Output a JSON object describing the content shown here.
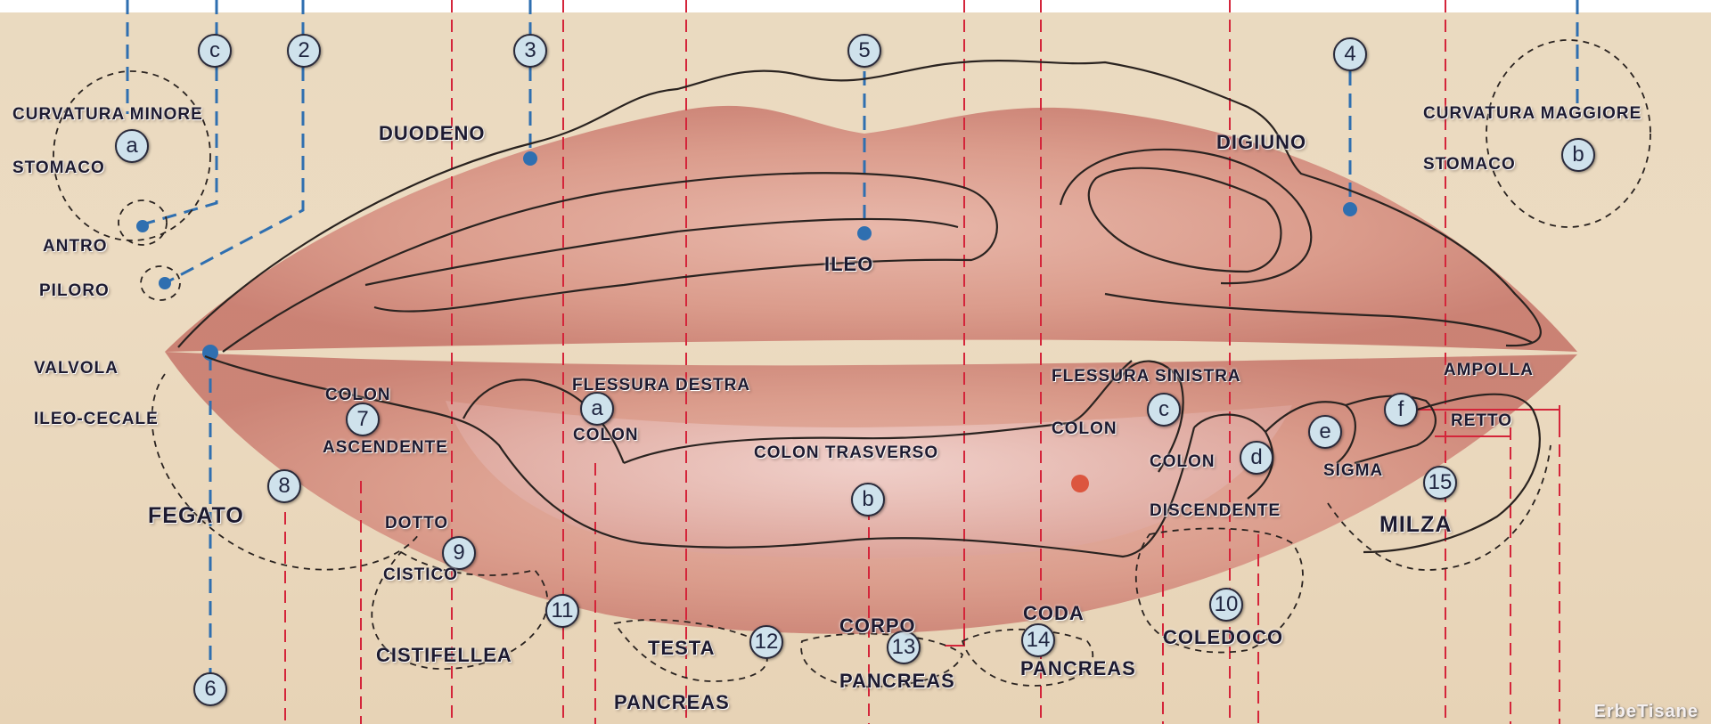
{
  "labels": {
    "curvatura_minore": "CURVATURA MINORE",
    "stomaco_left": "STOMACO",
    "antro": "ANTRO",
    "piloro": "PILORO",
    "duodeno": "DUODENO",
    "ileo": "ILEO",
    "digiuno": "DIGIUNO",
    "curvatura_maggiore": "CURVATURA MAGGIORE",
    "stomaco_right": "STOMACO",
    "valvola": "VALVOLA",
    "ileo_cecale": "ILEO-CECALE",
    "colon_asc_1": "COLON",
    "colon_asc_2": "ASCENDENTE",
    "flessura_destra": "FLESSURA DESTRA",
    "colon_fd": "COLON",
    "colon_trasverso": "COLON TRASVERSO",
    "flessura_sinistra": "FLESSURA SINISTRA",
    "colon_fs": "COLON",
    "colon_disc": "COLON",
    "discendente": "DISCENDENTE",
    "ampolla": "AMPOLLA",
    "retto": "RETTO",
    "sigma": "SIGMA",
    "fegato": "FEGATO",
    "dotto": "DOTTO",
    "cistico": "CISTICO",
    "cistifellea": "CISTIFELLEA",
    "testa": "TESTA",
    "pancreas_testa": "PANCREAS",
    "corpo": "CORPO",
    "pancreas_corpo": "PANCREAS",
    "coda": "CODA",
    "pancreas_coda": "PANCREAS",
    "coledoco": "COLEDOCO",
    "milza": "MILZA"
  },
  "markers": {
    "n1": "c",
    "n2": "2",
    "n3": "3",
    "n4": "4",
    "n5": "5",
    "n6": "6",
    "n7": "7",
    "n8": "8",
    "n9": "9",
    "n10": "10",
    "n11": "11",
    "n12": "12",
    "n13": "13",
    "n14": "14",
    "n15": "15",
    "a_stomach": "a",
    "b_stomach": "b",
    "a_colon": "a",
    "b_colon": "b",
    "c_colon": "c",
    "d_colon": "d",
    "e_colon": "e",
    "f_colon": "f"
  },
  "watermark": "ErbeTisane"
}
